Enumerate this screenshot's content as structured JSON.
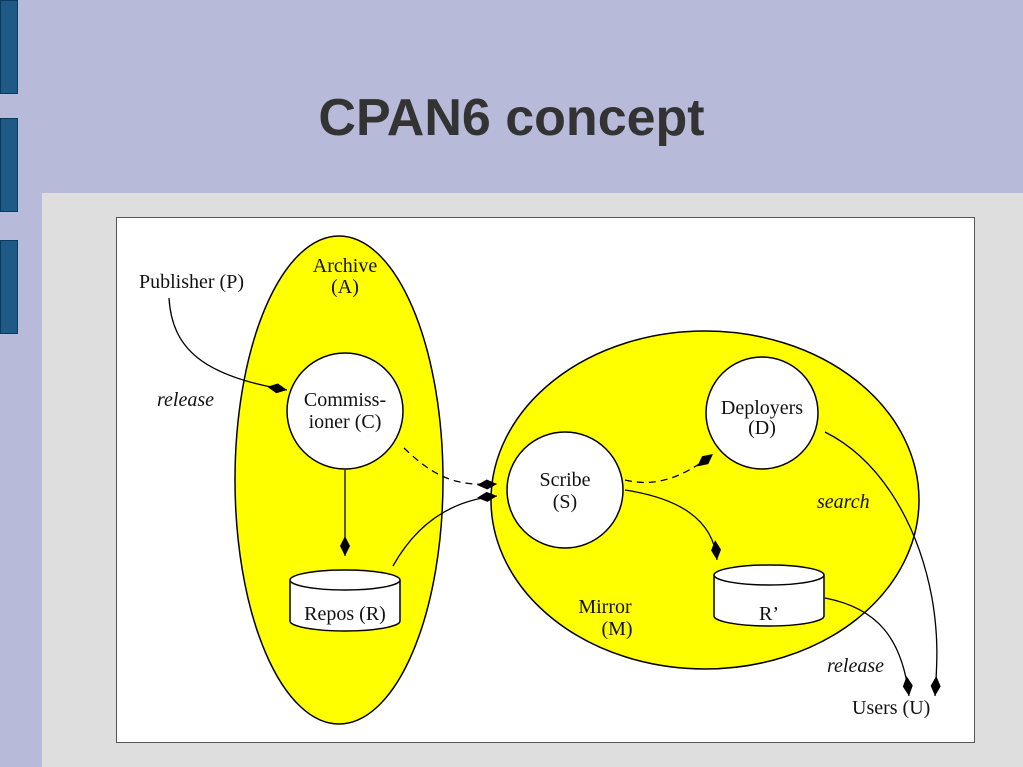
{
  "slide": {
    "title": "CPAN6 concept"
  },
  "colors": {
    "background": "#b7bad8",
    "content_area": "#dedede",
    "side_tabs": "#1f5a86",
    "region_fill": "#ffff00",
    "title_text": "#333333"
  },
  "diagram": {
    "publisher": "Publisher (P)",
    "archive": {
      "line1": "Archive",
      "line2": "(A)"
    },
    "release_left": "release",
    "commissioner": {
      "line1": "Commiss-",
      "line2": "ioner (C)"
    },
    "repos": "Repos (R)",
    "scribe": {
      "line1": "Scribe",
      "line2": "(S)"
    },
    "deployers": {
      "line1": "Deployers",
      "line2": "(D)"
    },
    "search": "search",
    "replica": "R’",
    "mirror": {
      "line1": "Mirror",
      "line2": "(M)"
    },
    "release_right": "release",
    "users": "Users (U)"
  }
}
